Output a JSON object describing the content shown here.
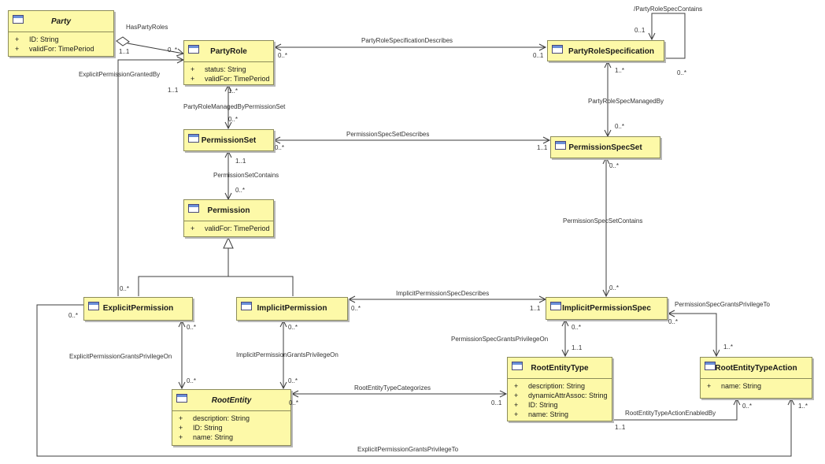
{
  "classes": {
    "party": {
      "name": "Party",
      "attrs": [
        {
          "vis": "+",
          "text": "ID: String"
        },
        {
          "vis": "+",
          "text": "validFor: TimePeriod"
        }
      ]
    },
    "party_role": {
      "name": "PartyRole",
      "attrs": [
        {
          "vis": "+",
          "text": "status: String"
        },
        {
          "vis": "+",
          "text": "validFor: TimePeriod"
        }
      ]
    },
    "party_role_spec": {
      "name": "PartyRoleSpecification"
    },
    "permission_set": {
      "name": "PermissionSet"
    },
    "permission_spec_set": {
      "name": "PermissionSpecSet"
    },
    "permission": {
      "name": "Permission",
      "attrs": [
        {
          "vis": "+",
          "text": "validFor: TimePeriod"
        }
      ]
    },
    "explicit_permission": {
      "name": "ExplicitPermission"
    },
    "implicit_permission": {
      "name": "ImplicitPermission"
    },
    "implicit_permission_spec": {
      "name": "ImplicitPermissionSpec"
    },
    "root_entity": {
      "name": "RootEntity",
      "attrs": [
        {
          "vis": "+",
          "text": "description: String"
        },
        {
          "vis": "+",
          "text": "ID: String"
        },
        {
          "vis": "+",
          "text": "name: String"
        }
      ]
    },
    "root_entity_type": {
      "name": "RootEntityType",
      "attrs": [
        {
          "vis": "+",
          "text": "description: String"
        },
        {
          "vis": "+",
          "text": "dynamicAttrAssoc: String"
        },
        {
          "vis": "+",
          "text": "ID: String"
        },
        {
          "vis": "+",
          "text": "name: String"
        }
      ]
    },
    "root_entity_type_action": {
      "name": "RootEntityTypeAction",
      "attrs": [
        {
          "vis": "+",
          "text": "name: String"
        }
      ]
    }
  },
  "associations": {
    "has_party_roles": "HasPartyRoles",
    "party_role_spec_describes": "PartyRoleSpecificationDescribes",
    "party_role_spec_contains": "/PartyRoleSpecContains",
    "explicit_permission_granted_by": "ExplicitPermissionGrantedBy",
    "party_role_managed_by_permission_set": "PartyRoleManagedByPermissionSet",
    "party_role_spec_managed_by": "PartyRoleSpecManagedBy",
    "permission_spec_set_describes": "PermissionSpecSetDescribes",
    "permission_set_contains": "PermissionSetContains",
    "permission_spec_set_contains": "PermissionSpecSetContains",
    "implicit_permission_spec_describes": "ImplicitPermissionSpecDescribes",
    "permission_spec_grants_privilege_to": "PermissionSpecGrantsPrivilegeTo",
    "permission_spec_grants_privilege_on": "PermissionSpecGrantsPrivilegeOn",
    "explicit_permission_grants_privilege_on": "ExplicitPermissionGrantsPrivilegeOn",
    "implicit_permission_grants_privilege_on": "ImplicitPermissionGrantsPrivilegeOn",
    "root_entity_type_categorizes": "RootEntityTypeCategorizes",
    "root_entity_type_action_enabled_by": "RootEntityTypeActionEnabledBy",
    "explicit_permission_grants_privilege_to": "ExplicitPermissionGrantsPrivilegeTo"
  },
  "multiplicities": {
    "has_party_roles_party": "1..1",
    "has_party_roles_role": "0..*",
    "spec_describes_role": "0..*",
    "spec_describes_spec": "0..1",
    "spec_contains_top": "0..1",
    "spec_contains_bottom": "0..*",
    "granted_by_role": "1..1",
    "granted_by_explicit": "0..*",
    "role_managed_role": "1..*",
    "role_managed_set": "0..*",
    "spec_managed_spec": "1..*",
    "spec_managed_set": "0..*",
    "set_describes_set": "0..*",
    "set_describes_spec": "1..1",
    "set_contains_set": "1..1",
    "set_contains_perm": "0..*",
    "spec_set_contains_set": "0..*",
    "spec_set_contains_impl": "0..*",
    "impl_describes_impl": "0..*",
    "impl_describes_spec": "1..1",
    "grants_to_spec": "0..*",
    "grants_to_action": "1..*",
    "grants_on_spec": "0..*",
    "grants_on_type": "1..1",
    "exp_on_exp": "0..*",
    "exp_on_root": "0..*",
    "imp_on_imp": "0..*",
    "imp_on_root": "0..*",
    "categorizes_root": "0..*",
    "categorizes_type": "0..1",
    "enabled_by_action": "0..*",
    "enabled_by_type": "1..1",
    "exp_to_exp": "0..*",
    "exp_to_action": "1..*"
  }
}
